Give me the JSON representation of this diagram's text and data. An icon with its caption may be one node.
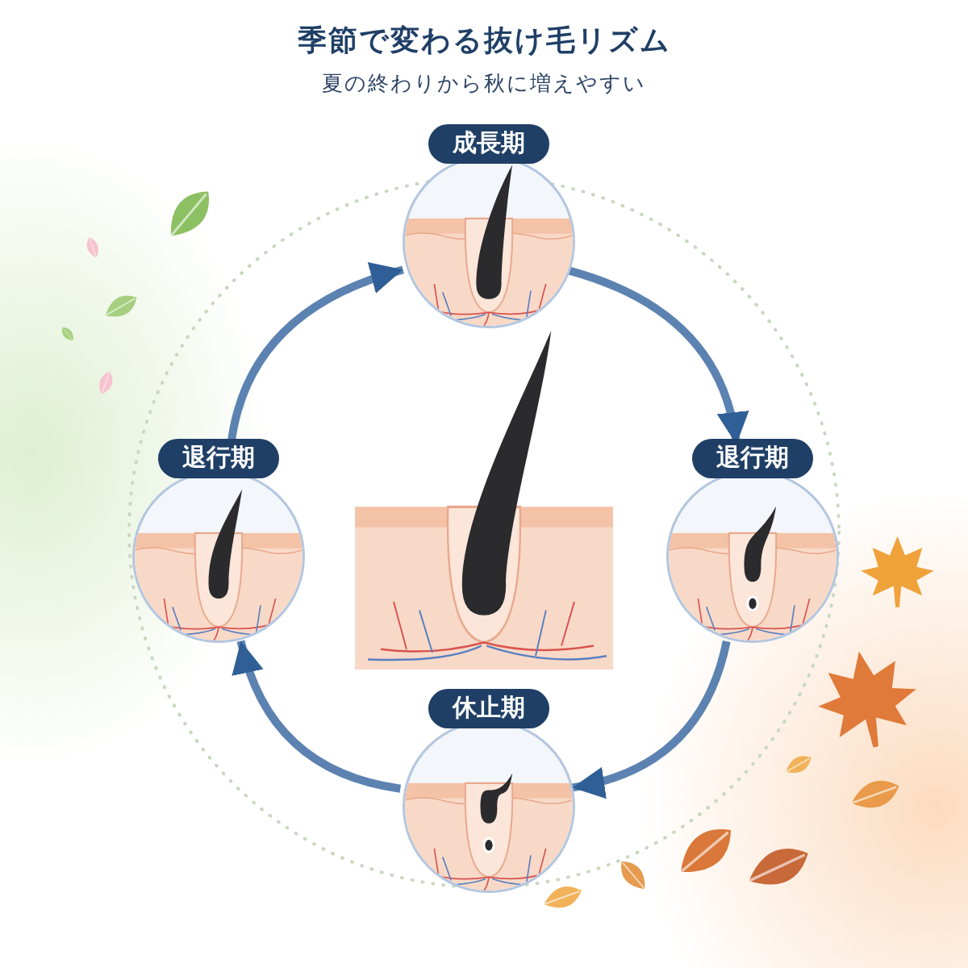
{
  "diagram": {
    "title": "季節で変わる抜け毛リズム",
    "nodes": [
      {
        "text": [
          "成長期"
        ]
      },
      {
        "text": [
          "退行期"
        ]
      },
      {
        "text": [
          "退行期"
        ]
      },
      {
        "text": [
          "休止期"
        ]
      }
    ],
    "edges": [
      {
        "from": 1,
        "to": 0,
        "arrow": "to"
      },
      {
        "from": 0,
        "to": 2,
        "arrow": "to"
      },
      {
        "from": 2,
        "to": 3,
        "arrow": "to"
      },
      {
        "from": 3,
        "to": 1,
        "arrow": "to"
      }
    ],
    "labels": [
      "夏の終わりから秋に増えやすい"
    ]
  }
}
